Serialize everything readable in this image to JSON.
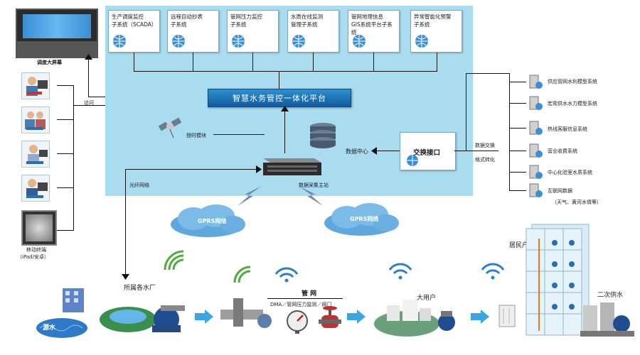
{
  "diagram": {
    "left_column": {
      "big_screen_label": "调度大屏幕",
      "access_label": "访问",
      "mobile_label_line1": "移动终端",
      "mobile_label_line2": "（iPad/安卓）"
    },
    "subsystems": [
      {
        "line1": "生产调度监控",
        "line2": "子系统（SCADA）"
      },
      {
        "line1": "远程自动抄表",
        "line2": "子系统"
      },
      {
        "line1": "管网压力监控",
        "line2": "子系统"
      },
      {
        "line1": "水质在线监测",
        "line2": "管理子系统"
      },
      {
        "line1": "管网地理信息",
        "line2": "GIS系统平台子系统"
      },
      {
        "line1": "异常智能化预警",
        "line2": "子系统"
      }
    ],
    "platform_label": "智慧水务管控一体化平台",
    "timing_module_label": "授时模块",
    "data_center_label": "数据中心",
    "collection_station_label": "数据采集主站",
    "fiber_label": "光纤网络",
    "exchange_label": "交换接口",
    "exchange_note_line1": "数据交换",
    "exchange_note_line2": "格式转化",
    "external_systems": [
      "供应管网水利模型系统",
      "宏观供水水力模型系统",
      "热线客服信息系统",
      "营业收费系统",
      "中心化验室水质系统",
      "互联网数据"
    ],
    "external_note": "（天气、黄河水情等）",
    "gprs_labels": [
      "GPRS网络",
      "GPRS网络"
    ],
    "bottom": {
      "water_source": "源水",
      "plants": "所属各水厂",
      "pipe_network": "管 网",
      "pipe_note": "DMA／管网压力监测／阀门",
      "big_user": "大用户",
      "resident_meter": "居民户表",
      "secondary_supply": "二次供水"
    },
    "colors": {
      "panel_bg": "#a9dcef",
      "platform_blue": "#1a6fb5",
      "arrow_blue": "#3aa7e0"
    }
  }
}
